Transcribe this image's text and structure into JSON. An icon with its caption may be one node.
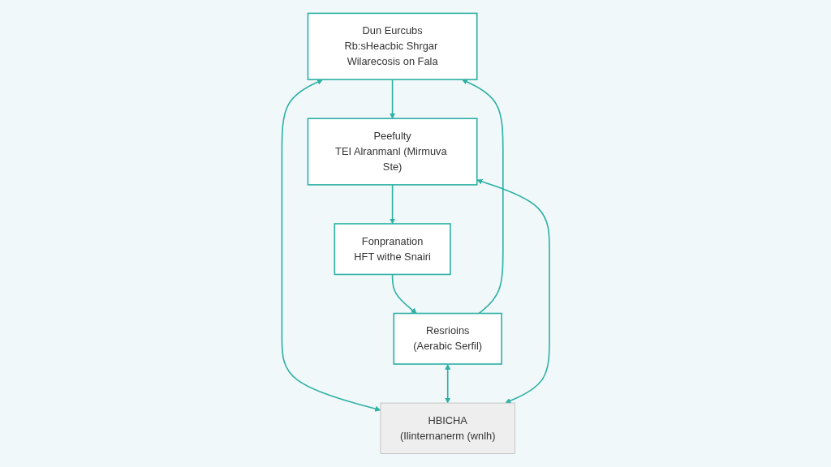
{
  "diagram": {
    "nodes": [
      {
        "text": [
          "Dun Eurcubs",
          "Rb:sHeacbic Shrgar Wilarecosis on Fala"
        ]
      },
      {
        "text": [
          "Peefulty",
          "TEI Alranmanl (Mirmuva Ste)"
        ]
      },
      {
        "text": [
          "Fonpranation",
          "HFT withe Snairi"
        ]
      },
      {
        "text": [
          "Resrioins",
          "(Aerabic Serfil)"
        ]
      },
      {
        "text": [
          "HBICHA",
          "(Ilinternanerm (wnlh)"
        ]
      }
    ],
    "edges": [
      {
        "from": 0,
        "to": 1,
        "arrow": "to"
      },
      {
        "from": 1,
        "to": 2,
        "arrow": "to"
      },
      {
        "from": 2,
        "to": 3,
        "arrow": "to"
      },
      {
        "from": 3,
        "to": 0,
        "arrow": "to"
      },
      {
        "from": 0,
        "to": 4,
        "arrow": "both"
      },
      {
        "from": 3,
        "to": 4,
        "arrow": "both"
      },
      {
        "from": 4,
        "to": 1,
        "arrow": "both"
      }
    ]
  }
}
